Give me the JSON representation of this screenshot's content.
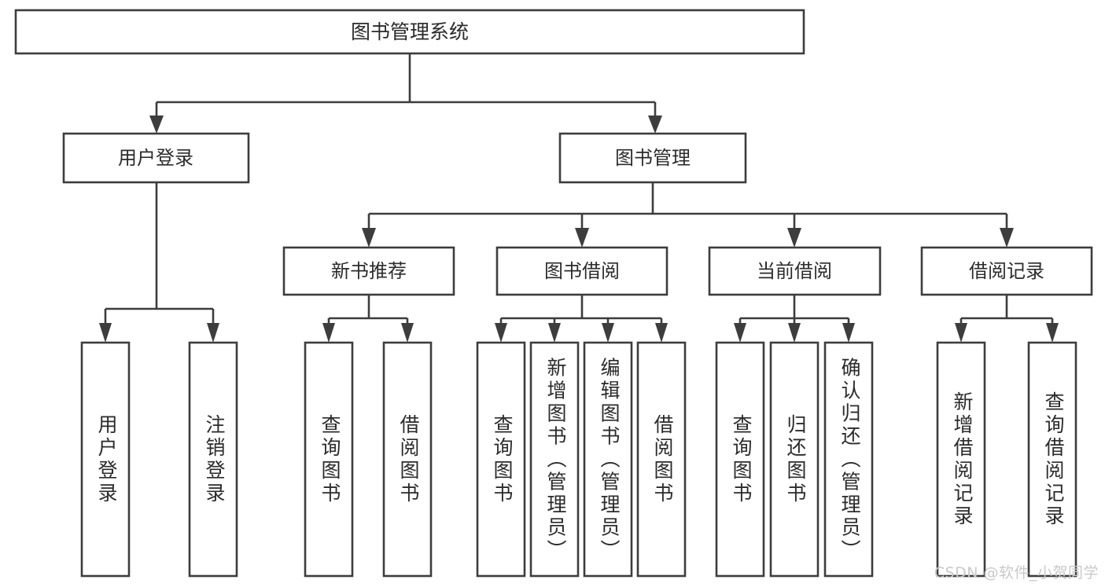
{
  "diagram": {
    "type": "tree-hierarchy-flowchart",
    "orientation": "top-down",
    "root": {
      "id": "root",
      "label": "图书管理系统"
    },
    "level2": [
      {
        "id": "user-login",
        "label": "用户登录"
      },
      {
        "id": "book-management",
        "label": "图书管理"
      }
    ],
    "level3": [
      {
        "id": "new-book-recommend",
        "label": "新书推荐",
        "parent": "book-management"
      },
      {
        "id": "book-borrow",
        "label": "图书借阅",
        "parent": "book-management"
      },
      {
        "id": "current-borrow",
        "label": "当前借阅",
        "parent": "book-management"
      },
      {
        "id": "borrow-record",
        "label": "借阅记录",
        "parent": "book-management"
      }
    ],
    "leaves": [
      {
        "id": "leaf-user-login",
        "label": "用户登录",
        "parent": "user-login"
      },
      {
        "id": "leaf-logout-login",
        "label": "注销登录",
        "parent": "user-login"
      },
      {
        "id": "leaf-query-book-1",
        "label": "查询图书",
        "parent": "new-book-recommend"
      },
      {
        "id": "leaf-borrow-book-1",
        "label": "借阅图书",
        "parent": "new-book-recommend"
      },
      {
        "id": "leaf-query-book-2",
        "label": "查询图书",
        "parent": "book-borrow"
      },
      {
        "id": "leaf-add-book",
        "label": "新增图书（管理员）",
        "parent": "book-borrow"
      },
      {
        "id": "leaf-edit-book",
        "label": "编辑图书（管理员）",
        "parent": "book-borrow"
      },
      {
        "id": "leaf-borrow-book-2",
        "label": "借阅图书",
        "parent": "book-borrow"
      },
      {
        "id": "leaf-query-book-3",
        "label": "查询图书",
        "parent": "current-borrow"
      },
      {
        "id": "leaf-return-book",
        "label": "归还图书",
        "parent": "current-borrow"
      },
      {
        "id": "leaf-confirm-return",
        "label": "确认归还（管理员）",
        "parent": "current-borrow"
      },
      {
        "id": "leaf-add-record",
        "label": "新增借阅记录",
        "parent": "borrow-record"
      },
      {
        "id": "leaf-query-record",
        "label": "查询借阅记录",
        "parent": "borrow-record"
      }
    ]
  },
  "watermark": {
    "text": "CSDN @软件_小贺同学"
  },
  "colors": {
    "box_stroke": "#3d3d3d",
    "box_fill": "#ffffff",
    "text": "#2b2b2b",
    "background": "#ffffff",
    "watermark": "#c9c9c9"
  }
}
